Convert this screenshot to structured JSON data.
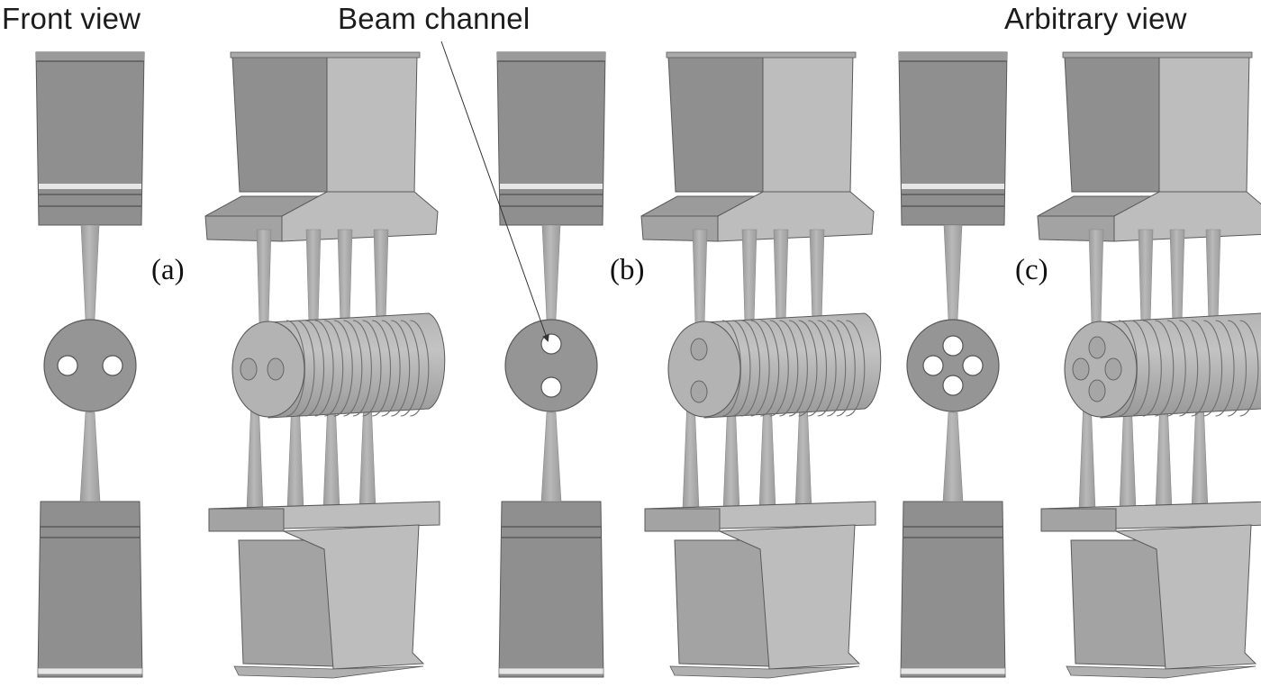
{
  "figure": {
    "headers": {
      "front_view": "Front view",
      "beam_channel": "Beam channel",
      "arbitrary_view": "Arbitrary view"
    },
    "panels": [
      {
        "id": "a",
        "label": "(a)",
        "beam_channels": 2,
        "channel_layout": "horizontal-pair",
        "stems_per_side": 4
      },
      {
        "id": "b",
        "label": "(b)",
        "beam_channels": 2,
        "channel_layout": "vertical-pair",
        "stems_per_side": 4
      },
      {
        "id": "c",
        "label": "(c)",
        "beam_channels": 4,
        "channel_layout": "cross",
        "stems_per_side": 4
      }
    ],
    "colors": {
      "background": "#ffffff",
      "dark_face": "#8f8f8f",
      "mid_face": "#a3a3a3",
      "light_face": "#bdbdbd",
      "highlight": "#e6e6e6",
      "edge": "#5a5a5a",
      "text": "#1c1c1c"
    }
  }
}
